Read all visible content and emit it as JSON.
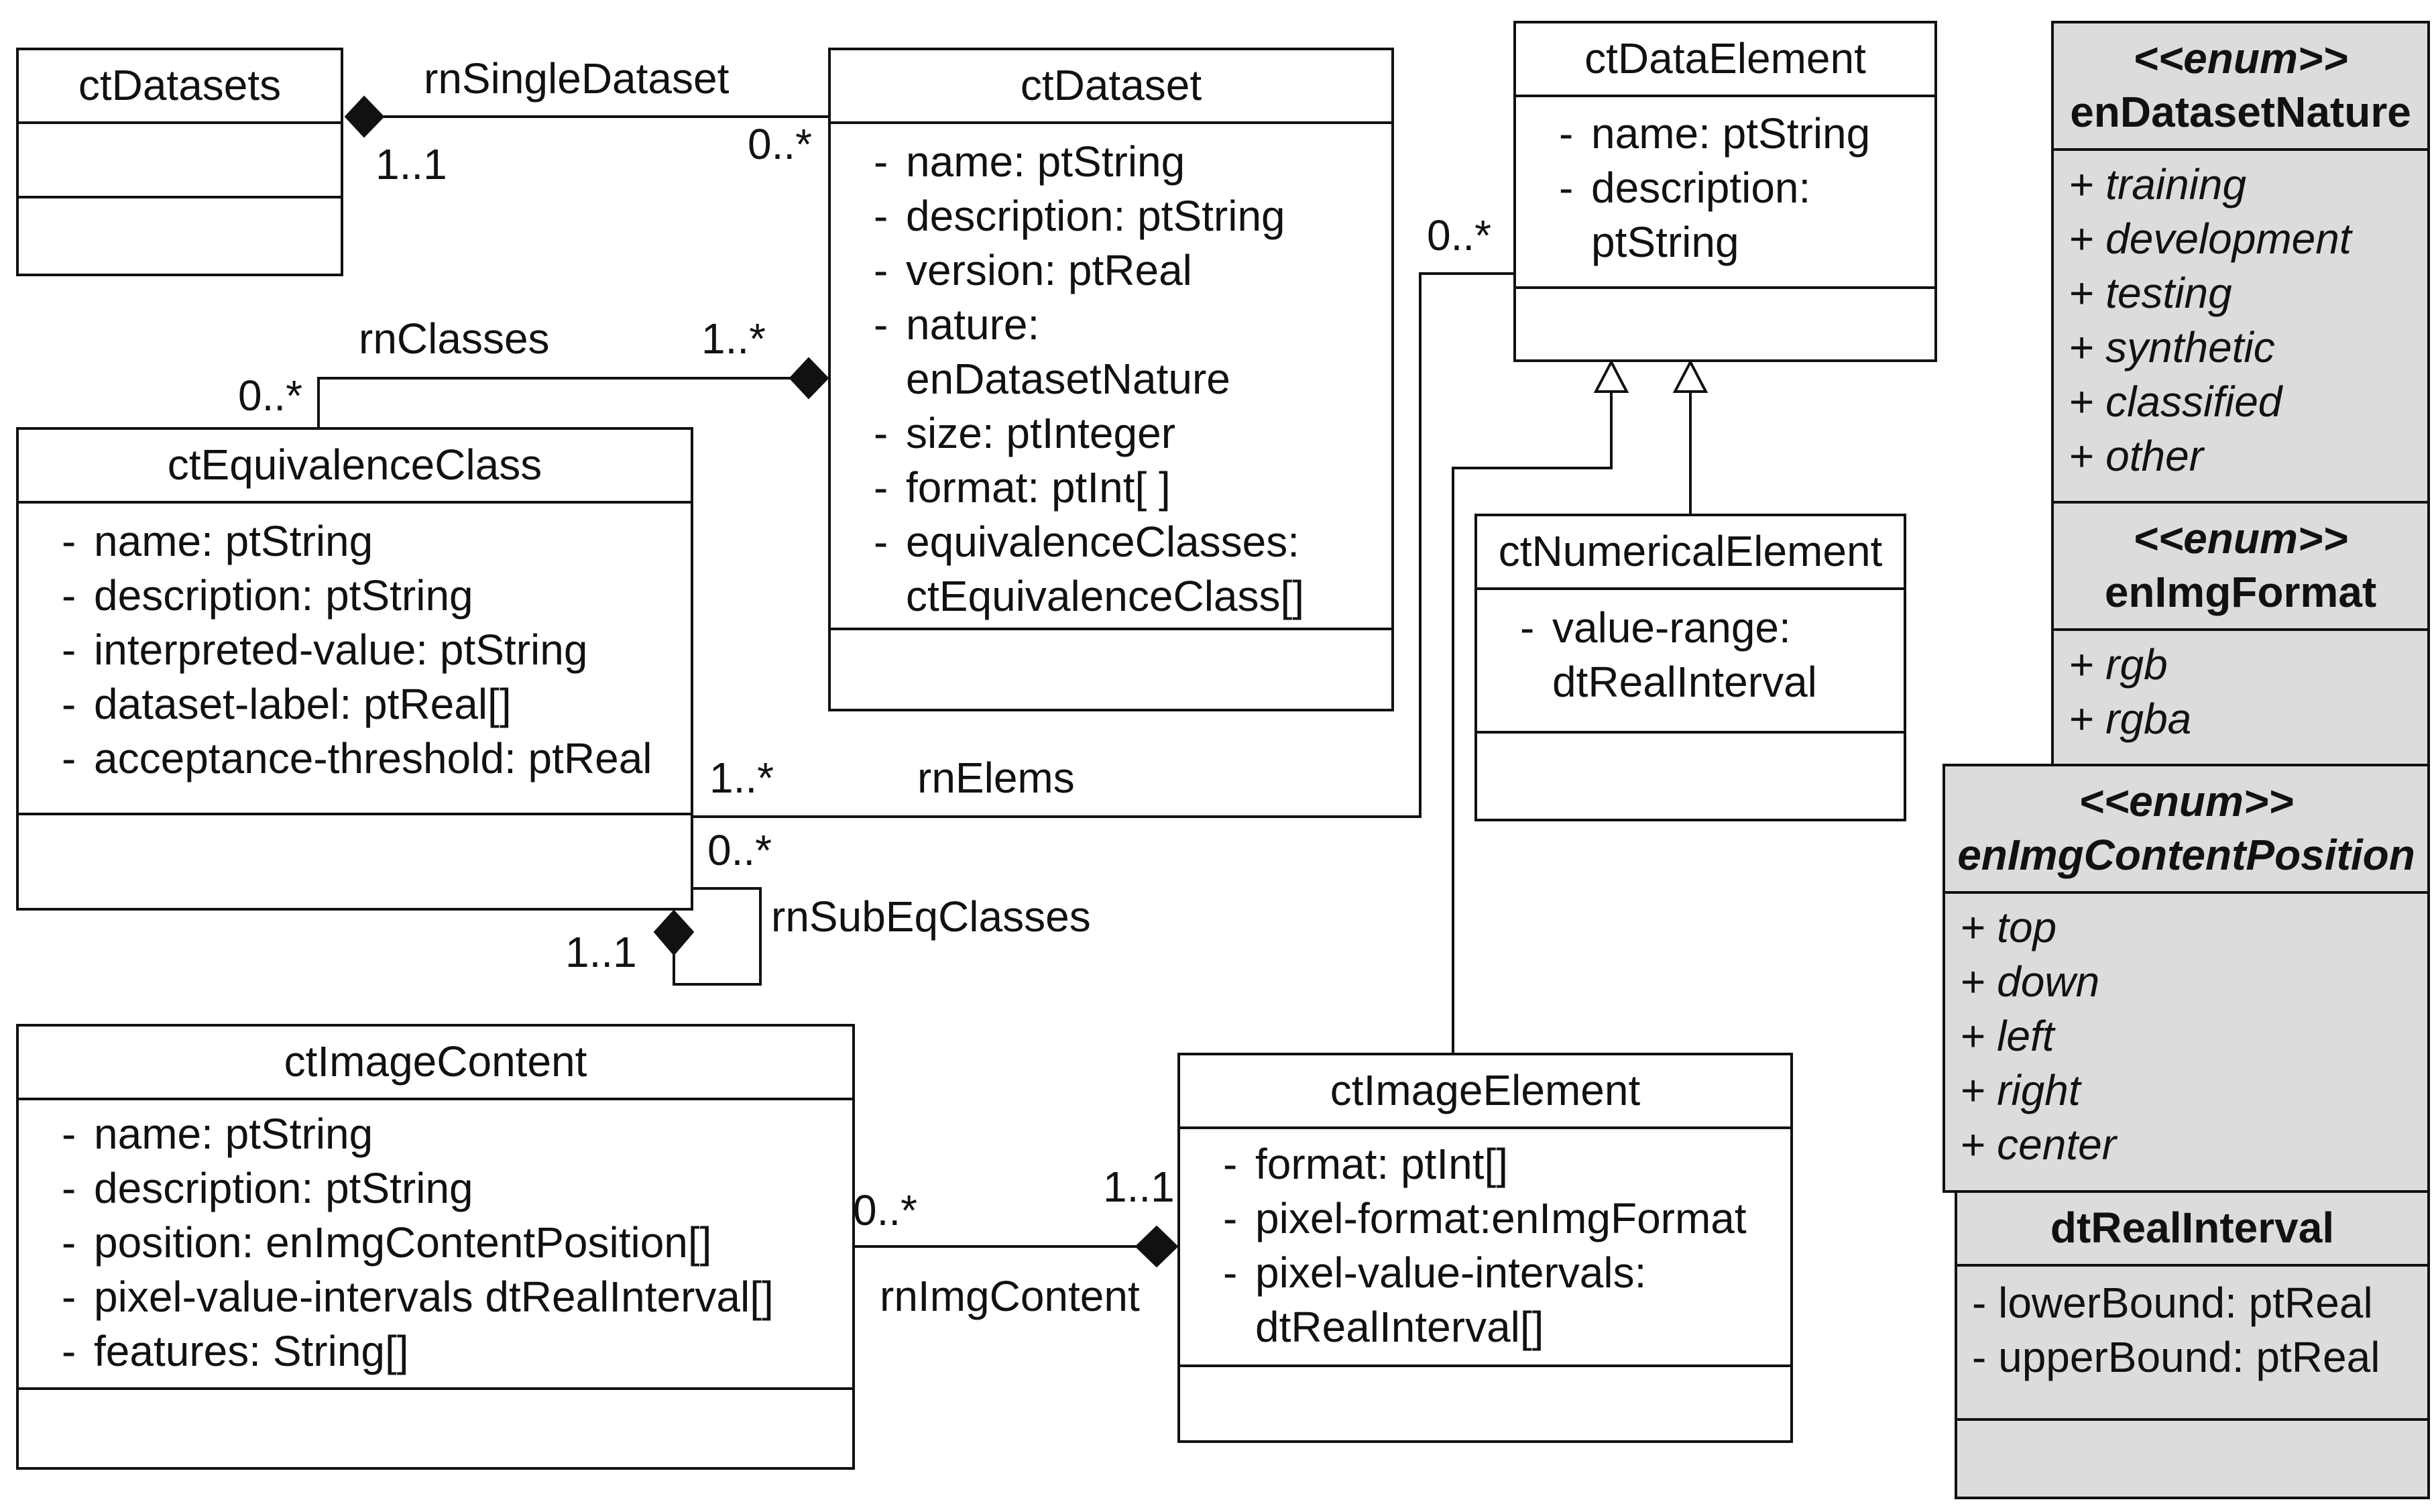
{
  "classes": {
    "ctDatasets": {
      "name": "ctDatasets"
    },
    "ctDataset": {
      "name": "ctDataset",
      "attributes": [
        "name: ptString",
        "description: ptString",
        "version: ptReal",
        "nature: enDatasetNature",
        "size: ptInteger",
        "format: ptInt[ ]",
        "equivalenceClasses: ctEquivalenceClass[]"
      ]
    },
    "ctDataElement": {
      "name": "ctDataElement",
      "attributes": [
        "name: ptString",
        "description: ptString"
      ]
    },
    "ctEquivalenceClass": {
      "name": "ctEquivalenceClass",
      "attributes": [
        "name: ptString",
        "description: ptString",
        "interpreted-value: ptString",
        "dataset-label: ptReal[]",
        "acceptance-threshold: ptReal"
      ]
    },
    "ctNumericalElement": {
      "name": "ctNumericalElement",
      "attributes": [
        "value-range: dtRealInterval"
      ]
    },
    "ctImageContent": {
      "name": "ctImageContent",
      "attributes": [
        "name: ptString",
        "description: ptString",
        "position: enImgContentPosition[]",
        "pixel-value-intervals dtRealInterval[]",
        "features: String[]"
      ]
    },
    "ctImageElement": {
      "name": "ctImageElement",
      "attributes": [
        "format: ptInt[]",
        "pixel-format:enImgFormat",
        "pixel-value-intervals: dtRealInterval[]"
      ]
    },
    "enDatasetNature": {
      "stereotype": "<<enum>>",
      "name": "enDatasetNature",
      "literals": [
        "+ training",
        "+ development",
        "+ testing",
        "+ synthetic",
        "+ classified",
        "+ other"
      ]
    },
    "enImgFormat": {
      "stereotype": "<<enum>>",
      "name": "enImgFormat",
      "literals": [
        "+ rgb",
        "+ rgba"
      ]
    },
    "enImgContentPosition": {
      "stereotype": "<<enum>>",
      "name": "enImgContentPosition",
      "literals": [
        "+ top",
        "+ down",
        "+ left",
        "+ right",
        "+ center"
      ]
    },
    "dtRealInterval": {
      "name": "dtRealInterval",
      "attributes": [
        "- lowerBound: ptReal",
        "- upperBound: ptReal"
      ]
    }
  },
  "relations": {
    "rnSingleDataset": {
      "name": "rnSingleDataset",
      "source_mult": "1..1",
      "target_mult": "0..*"
    },
    "rnClasses": {
      "name": "rnClasses",
      "source_mult": "1..*",
      "target_mult": "0..*"
    },
    "rnElems": {
      "name": "rnElems",
      "source_mult": "1..*",
      "target_mult": "0..*"
    },
    "rnSubEqClasses": {
      "name": "rnSubEqClasses",
      "source_mult": "1..1",
      "target_mult": "0..*"
    },
    "rnImgContent": {
      "name": "rnImgContent",
      "source_mult": "1..1",
      "target_mult": "0..*"
    }
  },
  "colors": {
    "line": "#111111",
    "enum_fill": "#dcdcdc",
    "class_fill": "#ffffff"
  }
}
